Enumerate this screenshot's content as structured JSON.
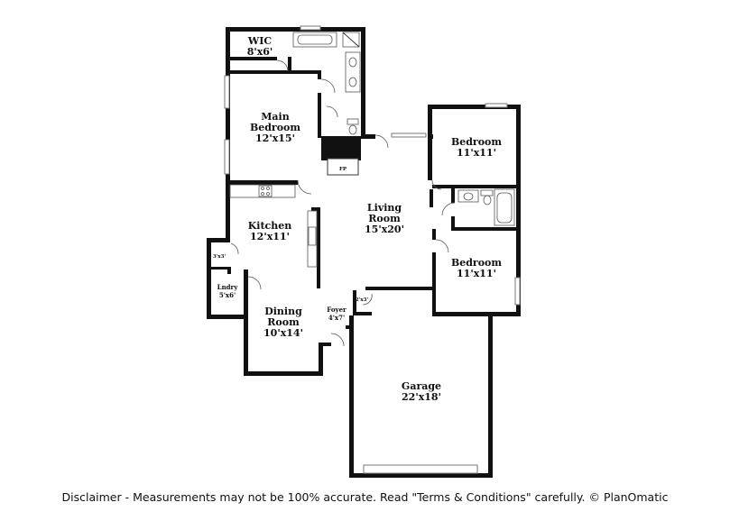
{
  "rooms": {
    "wic": {
      "name": "WIC",
      "size": "8'x6'"
    },
    "main_bedroom": {
      "name_line1": "Main",
      "name_line2": "Bedroom",
      "size": "12'x15'"
    },
    "bedroom_1": {
      "name": "Bedroom",
      "size": "11'x11'"
    },
    "living_room": {
      "name_line1": "Living",
      "name_line2": "Room",
      "size": "15'x20'"
    },
    "kitchen": {
      "name": "Kitchen",
      "size": "12'x11'"
    },
    "bedroom_2": {
      "name": "Bedroom",
      "size": "11'x11'"
    },
    "closet_3x3": {
      "size": "3'x3'"
    },
    "laundry": {
      "name": "Lndry",
      "size": "5'x6'"
    },
    "closet_2x3": {
      "size": "2'x3'"
    },
    "foyer": {
      "name": "Foyer",
      "size": "4'x7'"
    },
    "dining_room": {
      "name_line1": "Dining",
      "name_line2": "Room",
      "size": "10'x14'"
    },
    "garage": {
      "name": "Garage",
      "size": "22'x18'"
    }
  },
  "fireplace_label": "FP",
  "disclaimer": "Disclaimer - Measurements may not be 100% accurate. Read \"Terms & Conditions\" carefully. © PlanOmatic"
}
